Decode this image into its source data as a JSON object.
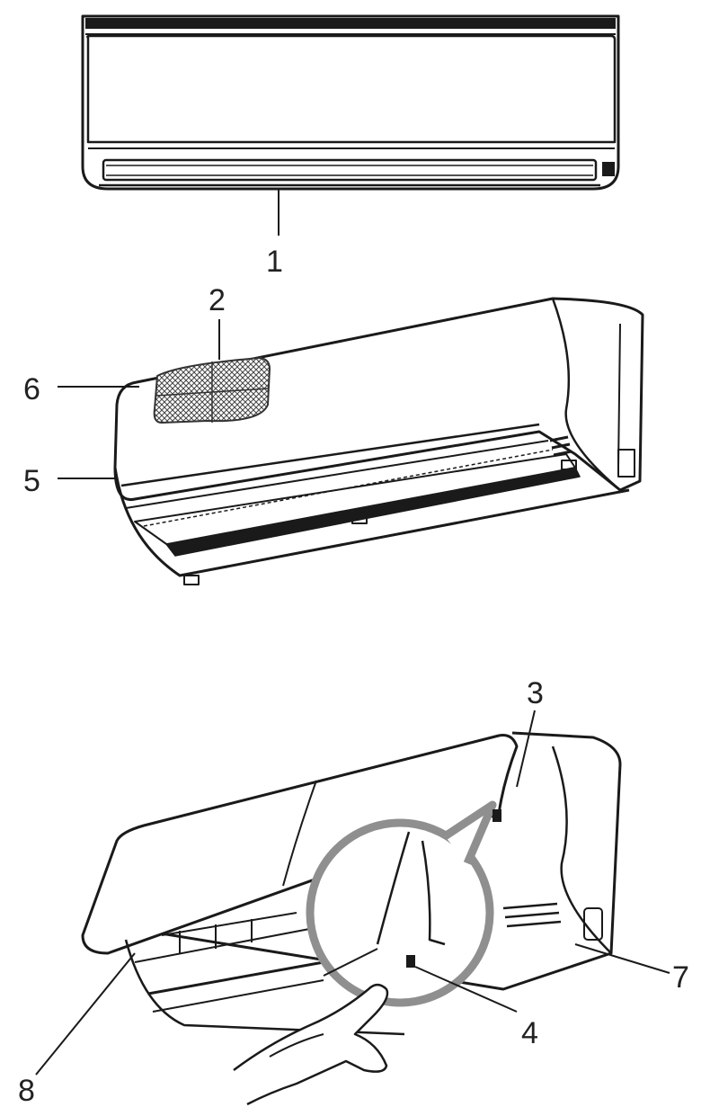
{
  "diagram": {
    "labels": {
      "l1": "1",
      "l2": "2",
      "l3": "3",
      "l4": "4",
      "l5": "5",
      "l6": "6",
      "l7": "7",
      "l8": "8"
    },
    "colors": {
      "line": "#1a1a1a",
      "filter_mesh": "#555555",
      "magnifier": "#8f8f8f",
      "unit_fill": "#ffffff"
    }
  }
}
